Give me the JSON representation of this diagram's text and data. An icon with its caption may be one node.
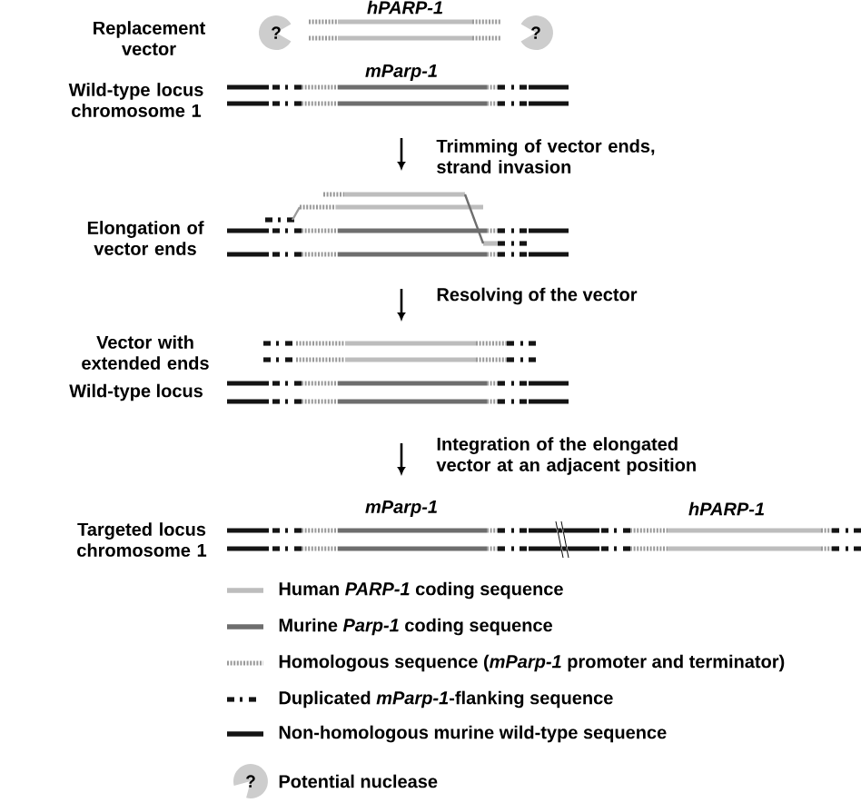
{
  "diagram": {
    "nodes": [
      {
        "text": [
          "?"
        ]
      },
      {
        "text": [
          "?"
        ]
      },
      {
        "text": [
          "?"
        ]
      }
    ],
    "labels": [
      "hPARP-1",
      "Replacement vector",
      "Wild-type locus chromosome 1",
      "mParp-1",
      "Trimming of vector ends, strand invasion",
      "Elongation of vector ends",
      "Resolving of the vector",
      "Vector with extended ends",
      "Wild-type locus",
      "Integration of the elongated vector at an adjacent position",
      "mParp-1",
      "hPARP-1",
      "Targeted locus chromosome 1"
    ],
    "legend": [
      {
        "text": "Human *PARP-1* coding sequence",
        "color": "#bdbdbd"
      },
      {
        "text": "Murine *Parp-1* coding sequence",
        "color": "#6e6e6e"
      },
      {
        "text": "Homologous sequence (*mParp-1* promoter and terminator)"
      },
      {
        "text": "Duplicated *mParp-1*-flanking  sequence"
      },
      {
        "text": "Non-homologous murine wild-type sequence",
        "color": "#141414"
      },
      {
        "text": "Potential nuclease"
      }
    ]
  }
}
